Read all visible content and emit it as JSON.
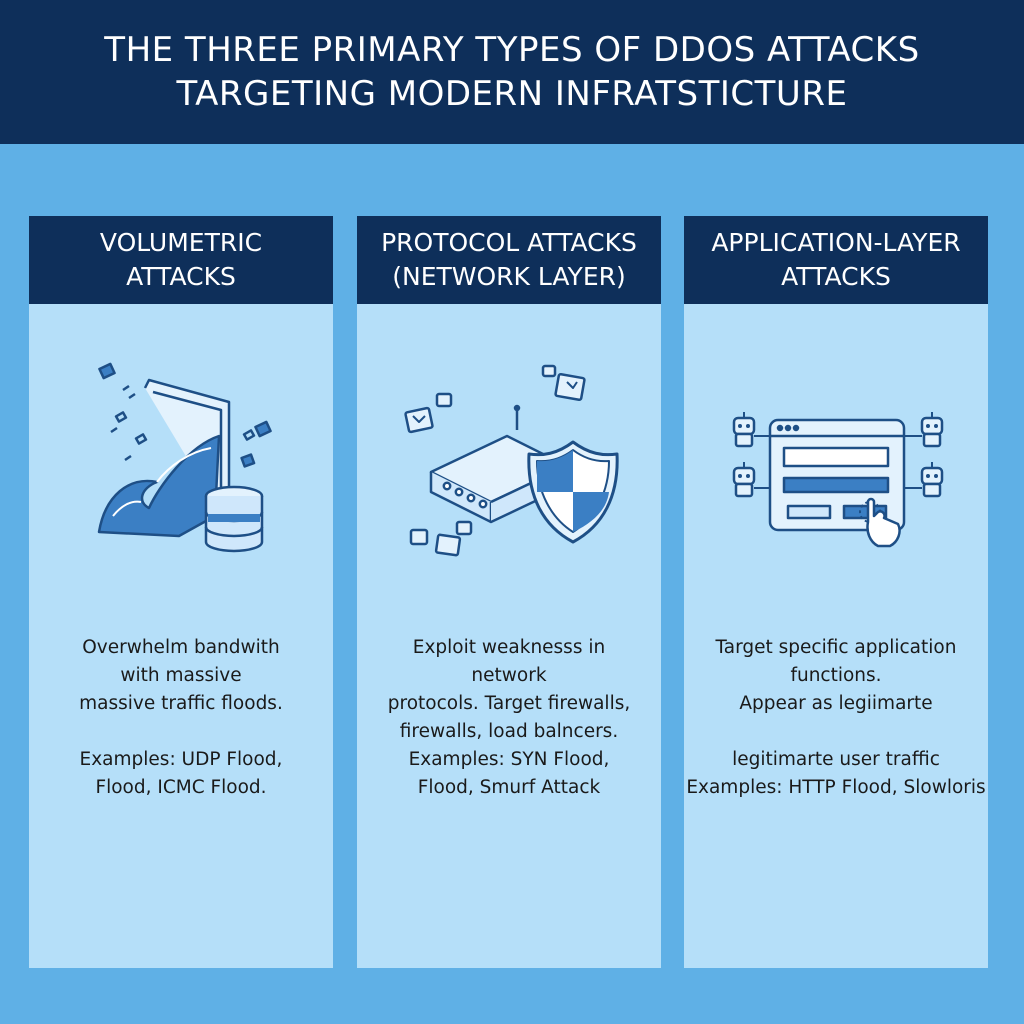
{
  "title": {
    "line1": "THE THREE PRIMARY TYPES OF DDOS ATTACKS",
    "line2": "TARGETING MODERN INFRATSTICTURE"
  },
  "panels": [
    {
      "heading": [
        "VOLUMETRIC",
        "ATTACKS"
      ],
      "illustration": "wave-flood-icon",
      "lines": [
        "Overwhelm bandwith",
        "with massive",
        "massive traffic floods.",
        "",
        "Examples: UDP Flood,",
        "Flood, ICMC Flood."
      ]
    },
    {
      "heading": [
        "PROTOCOL ATTACKS",
        "(NETWORK LAYER)"
      ],
      "illustration": "router-shield-icon",
      "lines": [
        "Exploit weaknesss in",
        "network",
        "protocols. Target firewalls,",
        "firewalls, load balncers.",
        "Examples: SYN Flood,",
        "Flood, Smurf Attack"
      ]
    },
    {
      "heading": [
        "APPLICATION-LAYER",
        "ATTACKS"
      ],
      "illustration": "browser-bots-icon",
      "lines": [
        "Target specific application",
        "functions.",
        "Appear as legiimarte",
        "",
        "legitimarte user traffic",
        "Examples: HTTP Flood, Slowloris"
      ]
    }
  ],
  "colors": {
    "background": "#5fb0e6",
    "header": "#0e2f5a",
    "panel": "#b5dff9",
    "accent": "#3b7fc4",
    "stroke": "#1e4f86"
  }
}
